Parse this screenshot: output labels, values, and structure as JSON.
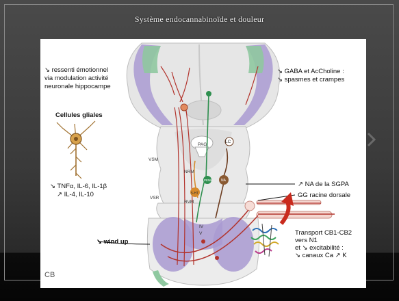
{
  "slide": {
    "title": "Système endocannabinoïde et douleur",
    "colors": {
      "background": "#3c3c3c",
      "footer": "#080808",
      "title": "#ececec"
    }
  },
  "figure": {
    "labels": {
      "emotion": [
        "↘ ressenti émotionnel",
        "via modulation activité",
        "neuronale hippocampe"
      ],
      "glial_title": "Cellules gliales",
      "cytokines": [
        "↘ TNFα, IL-6, IL-1β",
        "↗ IL-4, IL-10"
      ],
      "gaba": [
        "↘ GABA et AcCholine :",
        "↘ spasmes et crampes"
      ],
      "na": "↗ NA de la SGPA",
      "gg": "GG racine dorsale",
      "transport": [
        "Transport CB1-CB2",
        "vers N1",
        "et ↘ excitabilité :",
        "↘ canaux Ca ↗ K"
      ],
      "windup": "↘ wind up",
      "logo": "CB"
    },
    "anatomy_labels": {
      "vsm": "VSM",
      "vsr": "VSR",
      "pag": "PAG",
      "lc": "LC",
      "nrm": "NRM",
      "rvm": "RVM",
      "ht": "5-HT",
      "penk": "PENK",
      "na": "NA",
      "iv": "IV",
      "v": "V"
    }
  }
}
